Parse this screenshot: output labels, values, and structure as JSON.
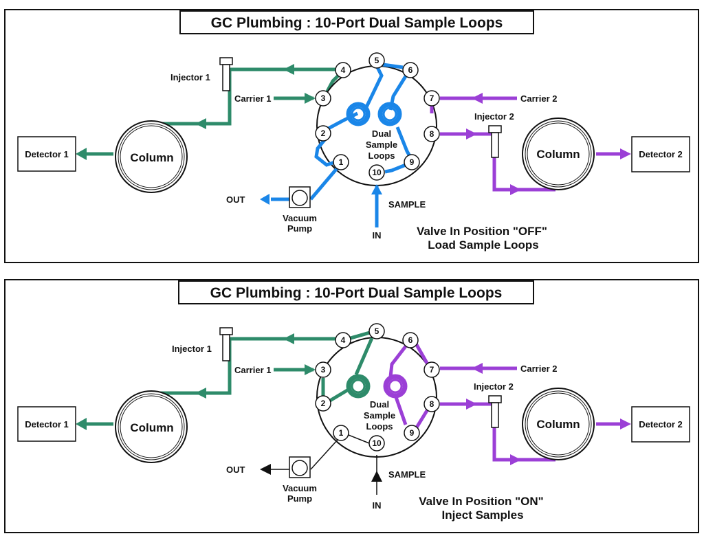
{
  "colors": {
    "green": "#2e8b6a",
    "blue": "#1a86e8",
    "purple": "#9b3fd6",
    "black": "#111111"
  },
  "panels": [
    {
      "id": "off",
      "title": "GC Plumbing : 10-Port Dual Sample Loops",
      "caption_line1": "Valve In Position \"OFF\"",
      "caption_line2": "Load Sample Loops"
    },
    {
      "id": "on",
      "title": "GC Plumbing : 10-Port Dual Sample Loops",
      "caption_line1": "Valve In Position \"ON\"",
      "caption_line2": "Inject Samples"
    }
  ],
  "labels": {
    "injector1": "Injector 1",
    "injector2": "Injector 2",
    "carrier1": "Carrier 1",
    "carrier2": "Carrier 2",
    "detector1": "Detector 1",
    "detector2": "Detector 2",
    "column": "Column",
    "out": "OUT",
    "vacuum": "Vacuum",
    "pump": "Pump",
    "sample": "SAMPLE",
    "in": "IN",
    "dual": "Dual",
    "sample_word": "Sample",
    "loops": "Loops"
  },
  "ports": [
    "1",
    "2",
    "3",
    "4",
    "5",
    "6",
    "7",
    "8",
    "9",
    "10"
  ]
}
